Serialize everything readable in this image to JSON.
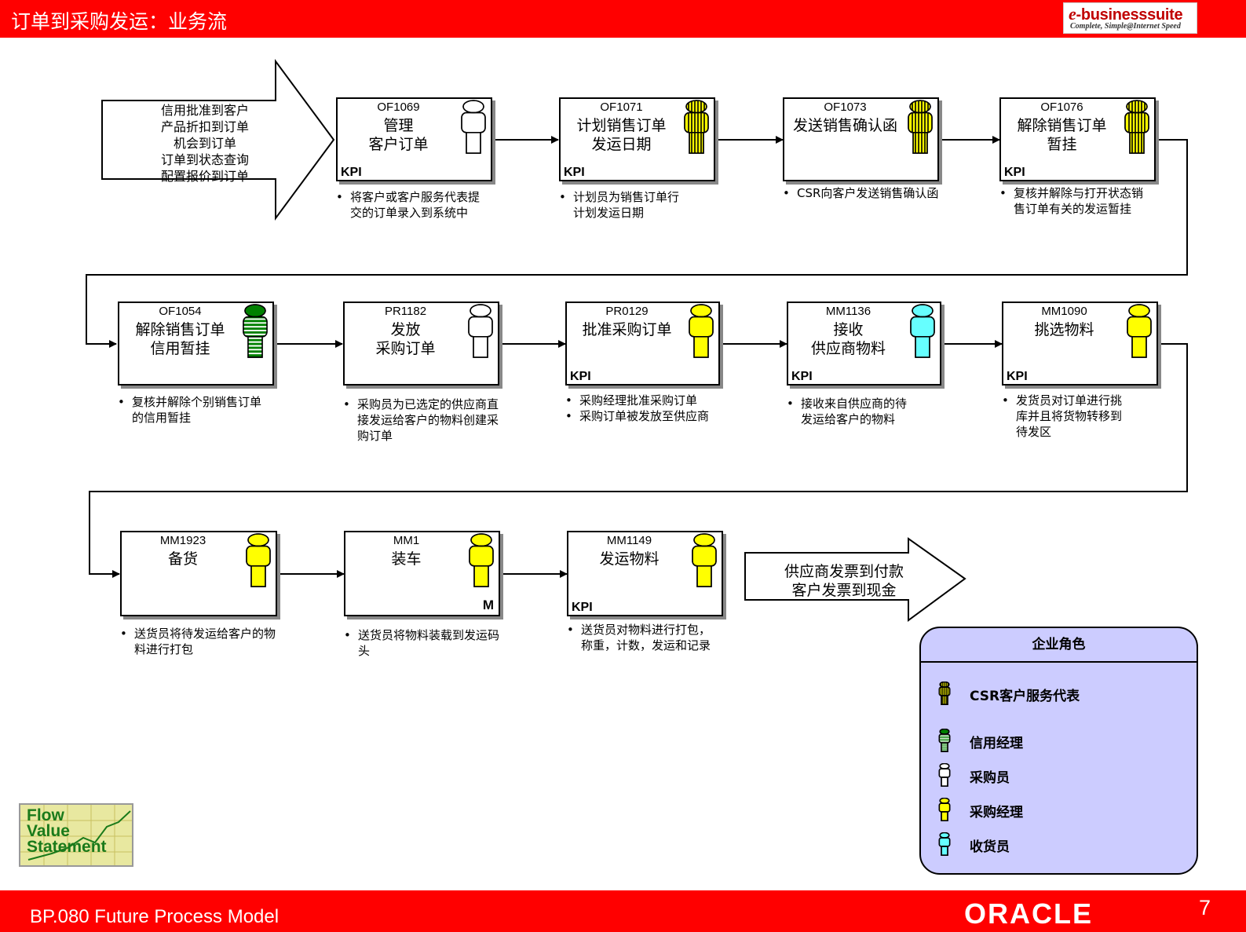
{
  "header": {
    "title": "订单到采购发运：业务流"
  },
  "brand": {
    "logo_e": "e",
    "logo_rest": "-businesssuite",
    "tagline": "Complete, Simple@Internet Speed"
  },
  "footer": {
    "text": "BP.080 Future Process Model",
    "logo": "ORACLE",
    "page": "7"
  },
  "colors": {
    "bar_red": "#ff0000",
    "legend_bg": "#ccccff",
    "csr_yellow": "#ffff00",
    "credit_green": "#008000",
    "receiver_cyan": "#66ffff",
    "buyer_white": "#ffffff"
  },
  "inputs": {
    "lines": [
      "信用批准到客户",
      "产品折扣到订单",
      "机会到订单",
      "订单到状态查询",
      "配置报价到订单"
    ]
  },
  "outputs": {
    "lines": [
      "供应商发票到付款",
      "客户发票到现金"
    ]
  },
  "steps": [
    {
      "code": "OF1069",
      "name": [
        "管理",
        "客户订单"
      ],
      "kpi": "KPI",
      "mark": "",
      "role": "buyer",
      "desc": [
        "将客户或客户服务代表提",
        "交的订单录入到系统中"
      ]
    },
    {
      "code": "OF1071",
      "name": [
        "计划销售订单",
        "发运日期"
      ],
      "kpi": "KPI",
      "mark": "",
      "role": "csr",
      "desc": [
        "计划员为销售订单行",
        "计划发运日期"
      ]
    },
    {
      "code": "OF1073",
      "name": [
        "发送销售确认函"
      ],
      "kpi": "",
      "mark": "",
      "role": "csr",
      "desc": [
        "CSR向客户发送销售确认函"
      ]
    },
    {
      "code": "OF1076",
      "name": [
        "解除销售订单",
        "暂挂"
      ],
      "kpi": "KPI",
      "mark": "",
      "role": "csr",
      "desc": [
        "复核并解除与打开状态销",
        "售订单有关的发运暂挂"
      ]
    },
    {
      "code": "OF1054",
      "name": [
        "解除销售订单",
        "信用暂挂"
      ],
      "kpi": "",
      "mark": "",
      "role": "credit",
      "desc": [
        "复核并解除个别销售订单",
        "的信用暂挂"
      ]
    },
    {
      "code": "PR1182",
      "name": [
        "发放",
        "采购订单"
      ],
      "kpi": "",
      "mark": "",
      "role": "buyer",
      "desc": [
        "采购员为已选定的供应商直",
        "接发运给客户的物料创建采",
        "购订单"
      ]
    },
    {
      "code": "PR0129",
      "name": [
        "批准采购订单"
      ],
      "kpi": "KPI",
      "mark": "",
      "role": "manager",
      "desc": [
        "采购经理批准采购订单",
        "采购订单被发放至供应商"
      ]
    },
    {
      "code": "MM1136",
      "name": [
        "接收",
        "供应商物料"
      ],
      "kpi": "KPI",
      "mark": "",
      "role": "receiver",
      "desc": [
        "接收来自供应商的待",
        "发运给客户的物料"
      ]
    },
    {
      "code": "MM1090",
      "name": [
        "挑选物料"
      ],
      "kpi": "KPI",
      "mark": "",
      "role": "manager",
      "desc": [
        "发货员对订单进行挑",
        "库并且将货物转移到",
        "待发区"
      ]
    },
    {
      "code": "MM1923",
      "name": [
        "备货"
      ],
      "kpi": "",
      "mark": "",
      "role": "manager",
      "desc": [
        "送货员将待发运给客户的物",
        "料进行打包"
      ]
    },
    {
      "code": "MM1",
      "name": [
        "装车"
      ],
      "kpi": "",
      "mark": "M",
      "role": "manager",
      "desc": [
        "送货员将物料装载到发运码",
        "头"
      ]
    },
    {
      "code": "MM1149",
      "name": [
        "发运物料"
      ],
      "kpi": "KPI",
      "mark": "",
      "role": "manager",
      "desc": [
        "送货员对物料进行打包，",
        "称重，计数，发运和记录"
      ]
    }
  ],
  "legend": {
    "title": "企业角色",
    "items": [
      {
        "label": "CSR客户服务代表",
        "role": "csr"
      },
      {
        "label": "信用经理",
        "role": "credit"
      },
      {
        "label": "采购员",
        "role": "buyer"
      },
      {
        "label": "采购经理",
        "role": "manager"
      },
      {
        "label": "收货员",
        "role": "receiver"
      }
    ]
  },
  "fvs": {
    "lines": [
      "Flow",
      "Value",
      "Statement"
    ]
  }
}
